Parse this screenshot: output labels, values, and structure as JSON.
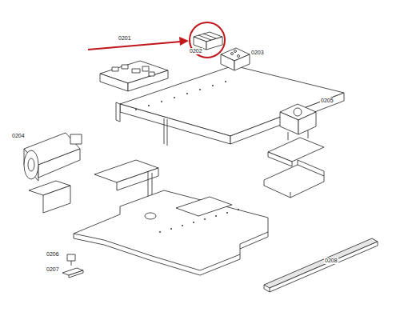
{
  "diagram": {
    "labels": [
      "0201",
      "0202",
      "0203",
      "0204",
      "0205",
      "0206",
      "0207",
      "0208"
    ]
  }
}
